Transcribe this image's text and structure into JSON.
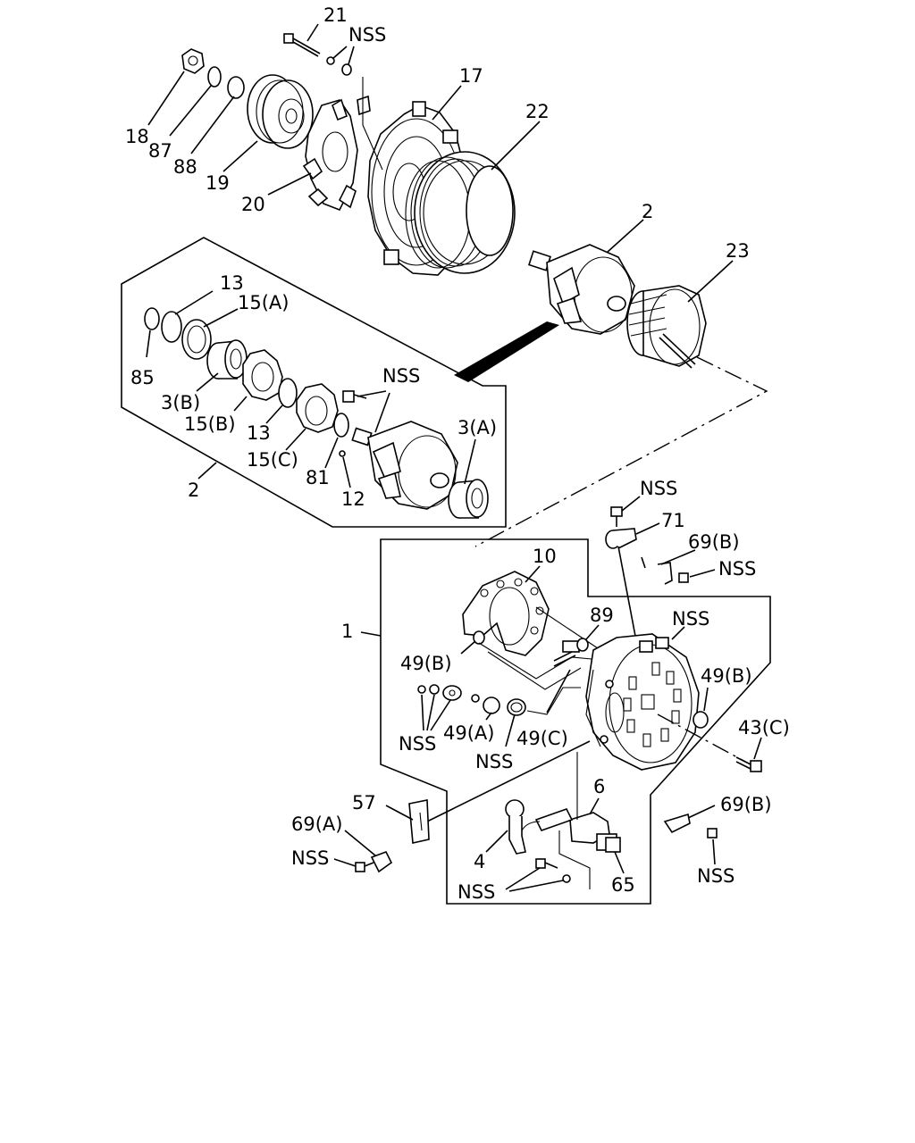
{
  "diagram": {
    "callouts": {
      "p21": "21",
      "nss_top": "NSS",
      "p17": "17",
      "p18": "18",
      "p87": "87",
      "p88": "88",
      "p19": "19",
      "p20": "20",
      "p22": "22",
      "p2_rotor": "2",
      "p23": "23",
      "d13a": "13",
      "d15a": "15(A)",
      "d85": "85",
      "d3b": "3(B)",
      "d15b": "15(B)",
      "d13b": "13",
      "d_nss": "NSS",
      "d15c": "15(C)",
      "d81": "81",
      "d12": "12",
      "d3a": "3(A)",
      "d2": "2",
      "r_nss1": "NSS",
      "r71": "71",
      "r69b_top": "69(B)",
      "r_nss2": "NSS",
      "r10": "10",
      "r89": "89",
      "r_nss3": "NSS",
      "r1": "1",
      "r49b_left": "49(B)",
      "r49b_right": "49(B)",
      "r_nss4": "NSS",
      "r49a": "49(A)",
      "r49c": "49(C)",
      "r_nss5": "NSS",
      "r43c": "43(C)",
      "r6": "6",
      "r57": "57",
      "r69b_bot": "69(B)",
      "r69a": "69(A)",
      "r_nss6": "NSS",
      "r4": "4",
      "r_nss7": "NSS",
      "r65": "65",
      "r_nss8": "NSS"
    }
  }
}
